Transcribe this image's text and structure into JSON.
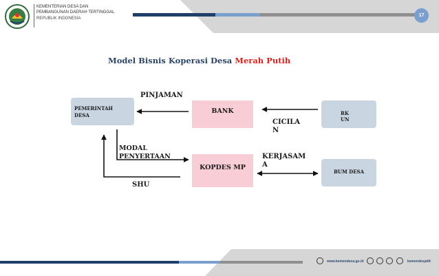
{
  "header": {
    "ministry_line1": "KEMENTERIAN DESA DAN",
    "ministry_line2": "PEMBANGUNAN DAERAH TERTINGGAL",
    "ministry_line3": "REPUBLIK INDONESIA",
    "slide_number": "17"
  },
  "title": {
    "main": "Model Bisnis Koperasi Desa",
    "highlight": "Merah Putih"
  },
  "diagram": {
    "nodes": {
      "pemerintah": "PEMERINTAH DESA",
      "bank": "BANK",
      "rkun": "RKUN",
      "kopdes": "KOPDES MP",
      "bumdes": "BUM DESA"
    },
    "labels": {
      "pinjaman": "PINJAMAN",
      "cicilan": "CICILAN",
      "modal": "MODAL",
      "penyertaan": "PENYERTAAN",
      "kerjasama": "KERJASAMA",
      "shu": "SHU"
    }
  },
  "footer": {
    "website": "www.kemendesa.go.id",
    "handle": "kemendespdtt"
  },
  "colors": {
    "accent_blue": "#3a5f94",
    "title_dark": "#2a4566",
    "title_red": "#e0201b",
    "box_gray": "#c9d5e1",
    "box_pink": "#f9cdd6"
  }
}
